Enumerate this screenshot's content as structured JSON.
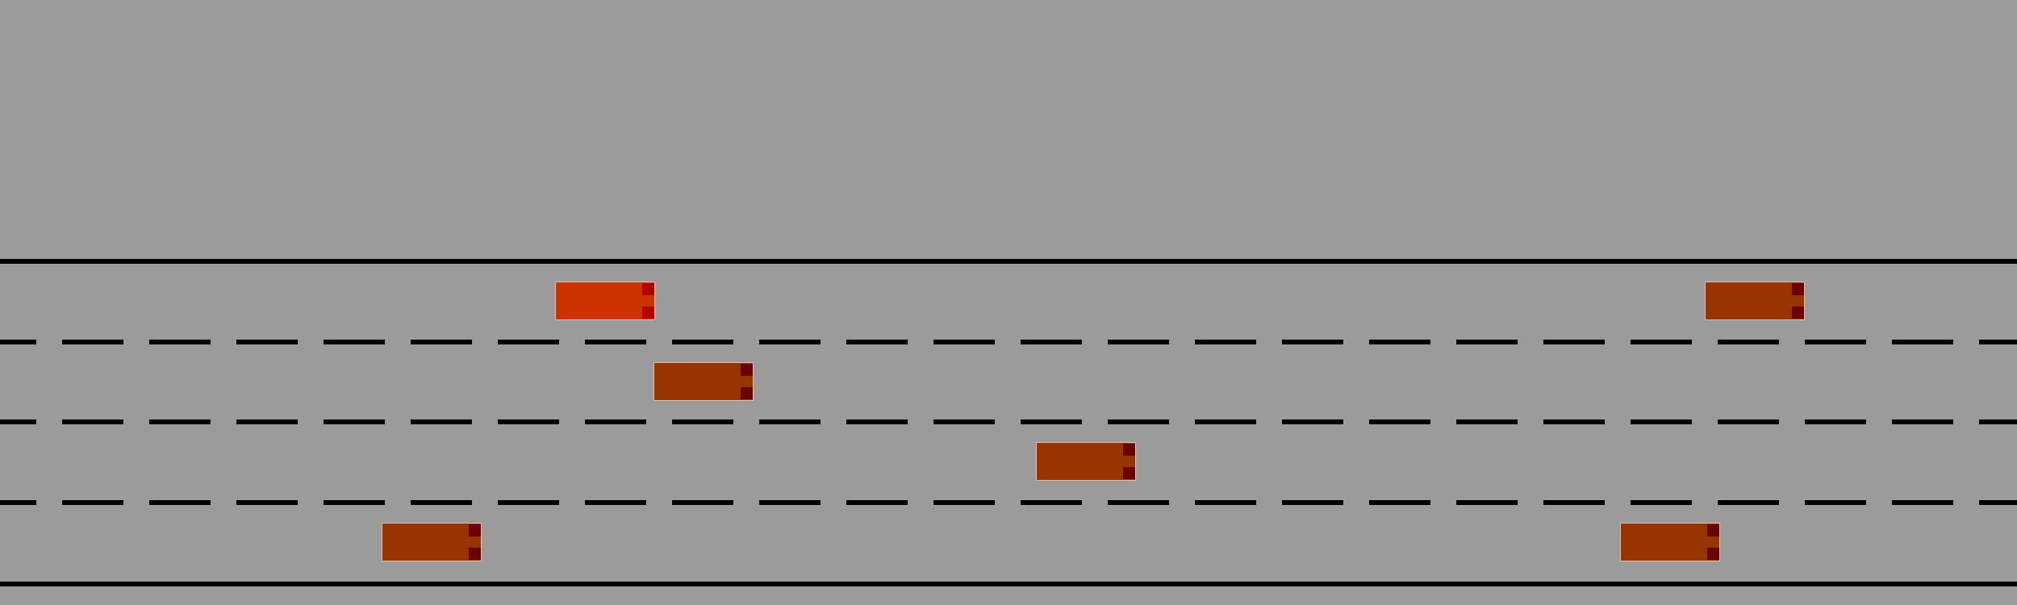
{
  "scene": {
    "background_color": "#9b9b9b",
    "line_color": "#000000",
    "lane_count": 4
  },
  "ego_vehicle": {
    "lane": 1,
    "color": "#cc3300",
    "tail_color": "#b40000"
  },
  "other_vehicles": [
    {
      "lane": 1,
      "color": "#993300",
      "tail_color": "#6b0000"
    },
    {
      "lane": 2,
      "color": "#993300",
      "tail_color": "#6b0000"
    },
    {
      "lane": 3,
      "color": "#993300",
      "tail_color": "#6b0000"
    },
    {
      "lane": 4,
      "color": "#993300",
      "tail_color": "#6b0000"
    },
    {
      "lane": 4,
      "color": "#993300",
      "tail_color": "#6b0000"
    }
  ]
}
